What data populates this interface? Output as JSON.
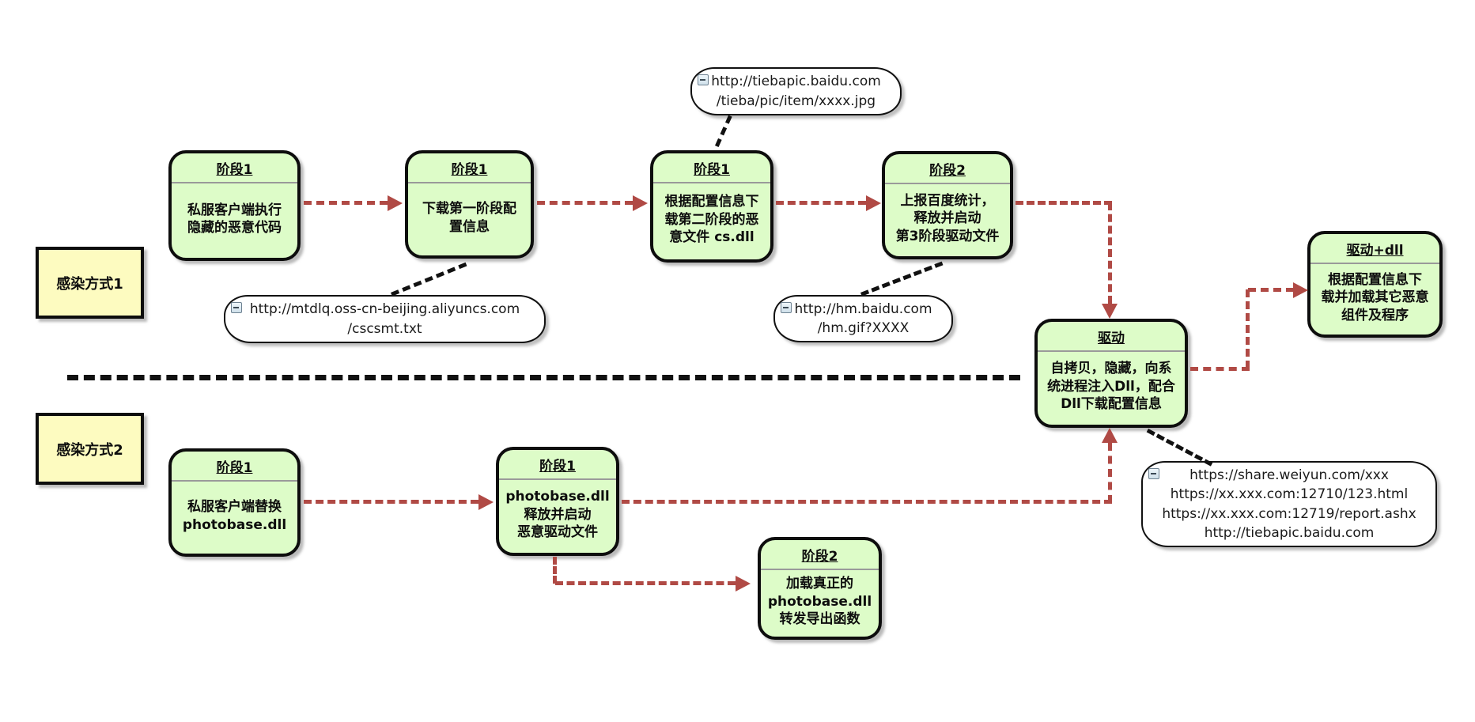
{
  "diagram_title": "malware-infection-flow",
  "colors": {
    "state_fill": "#ddfcc8",
    "lane_fill": "#fdfbc0",
    "arrow_red": "#b04a45",
    "line_black": "#111111",
    "note_fill": "#ffffff"
  },
  "icons": {
    "note_collapse": "minus-square-icon"
  },
  "lanes": [
    {
      "label": "感染方式1"
    },
    {
      "label": "感染方式2"
    }
  ],
  "boxes": [
    {
      "title": "阶段1",
      "body": "私服客户端执行\n隐藏的恶意代码"
    },
    {
      "title": "阶段1",
      "body": "下载第一阶段配\n置信息"
    },
    {
      "title": "阶段1",
      "body": "根据配置信息下\n载第二阶段的恶\n意文件 cs.dll"
    },
    {
      "title": "阶段2",
      "body": "上报百度统计，\n释放并启动\n第3阶段驱动文件"
    },
    {
      "title": "驱动",
      "body": "自拷贝，隐藏，向系\n统进程注入Dll，配合\nDll下载配置信息"
    },
    {
      "title": "驱动+dll",
      "body": "根据配置信息下\n载并加载其它恶意\n组件及程序"
    },
    {
      "title": "阶段1",
      "body": "私服客户端替换\nphotobase.dll"
    },
    {
      "title": "阶段1",
      "body": "photobase.dll\n释放并启动\n恶意驱动文件"
    },
    {
      "title": "阶段2",
      "body": "加载真正的\nphotobase.dll\n转发导出函数"
    }
  ],
  "notes": [
    {
      "text": "http://tiebapic.baidu.com\n/tieba/pic/item/xxxx.jpg"
    },
    {
      "text": "http://mtdlq.oss-cn-beijing.aliyuncs.com\n/cscsmt.txt"
    },
    {
      "text": "http://hm.baidu.com\n/hm.gif?XXXX"
    },
    {
      "text": "https://share.weiyun.com/xxx\nhttps://xx.xxx.com:12710/123.html\nhttps://xx.xxx.com:12719/report.ashx\nhttp://tiebapic.baidu.com"
    }
  ]
}
